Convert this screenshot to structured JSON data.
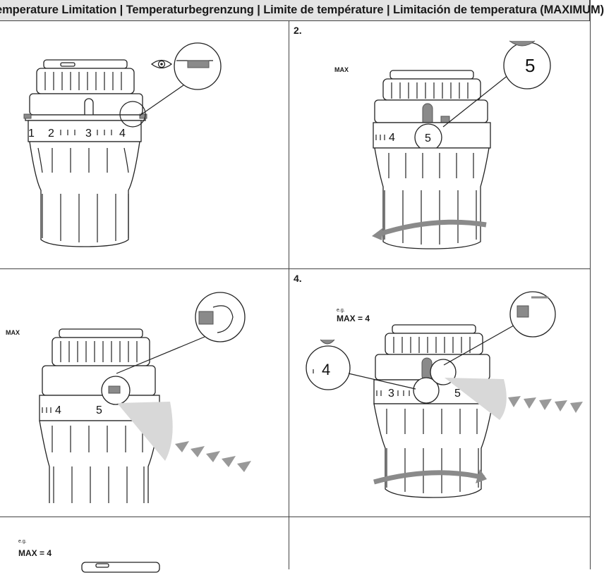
{
  "header": {
    "title": "emperature Limitation | Temperaturbegrenzung | Limite de température | Limitación de temperatura (MAXIMUM)"
  },
  "panels": [
    {
      "step": ".",
      "dial_numbers": [
        "1",
        "2",
        "3",
        "4"
      ]
    },
    {
      "step": "2.",
      "label": "MAX",
      "callout": "5",
      "dial_numbers": [
        "4",
        "5"
      ]
    },
    {
      "step": ".",
      "label": "MAX",
      "dial_numbers": [
        "4",
        "5"
      ]
    },
    {
      "step": "4.",
      "eg": "e.g.",
      "max_text": "MAX = 4",
      "callout": "4",
      "dial_numbers": [
        "3",
        "4",
        "5"
      ]
    },
    {
      "step": ".",
      "eg": "e.g.",
      "max_text": "MAX = 4"
    }
  ],
  "icons": {
    "eye": "eye-icon"
  }
}
